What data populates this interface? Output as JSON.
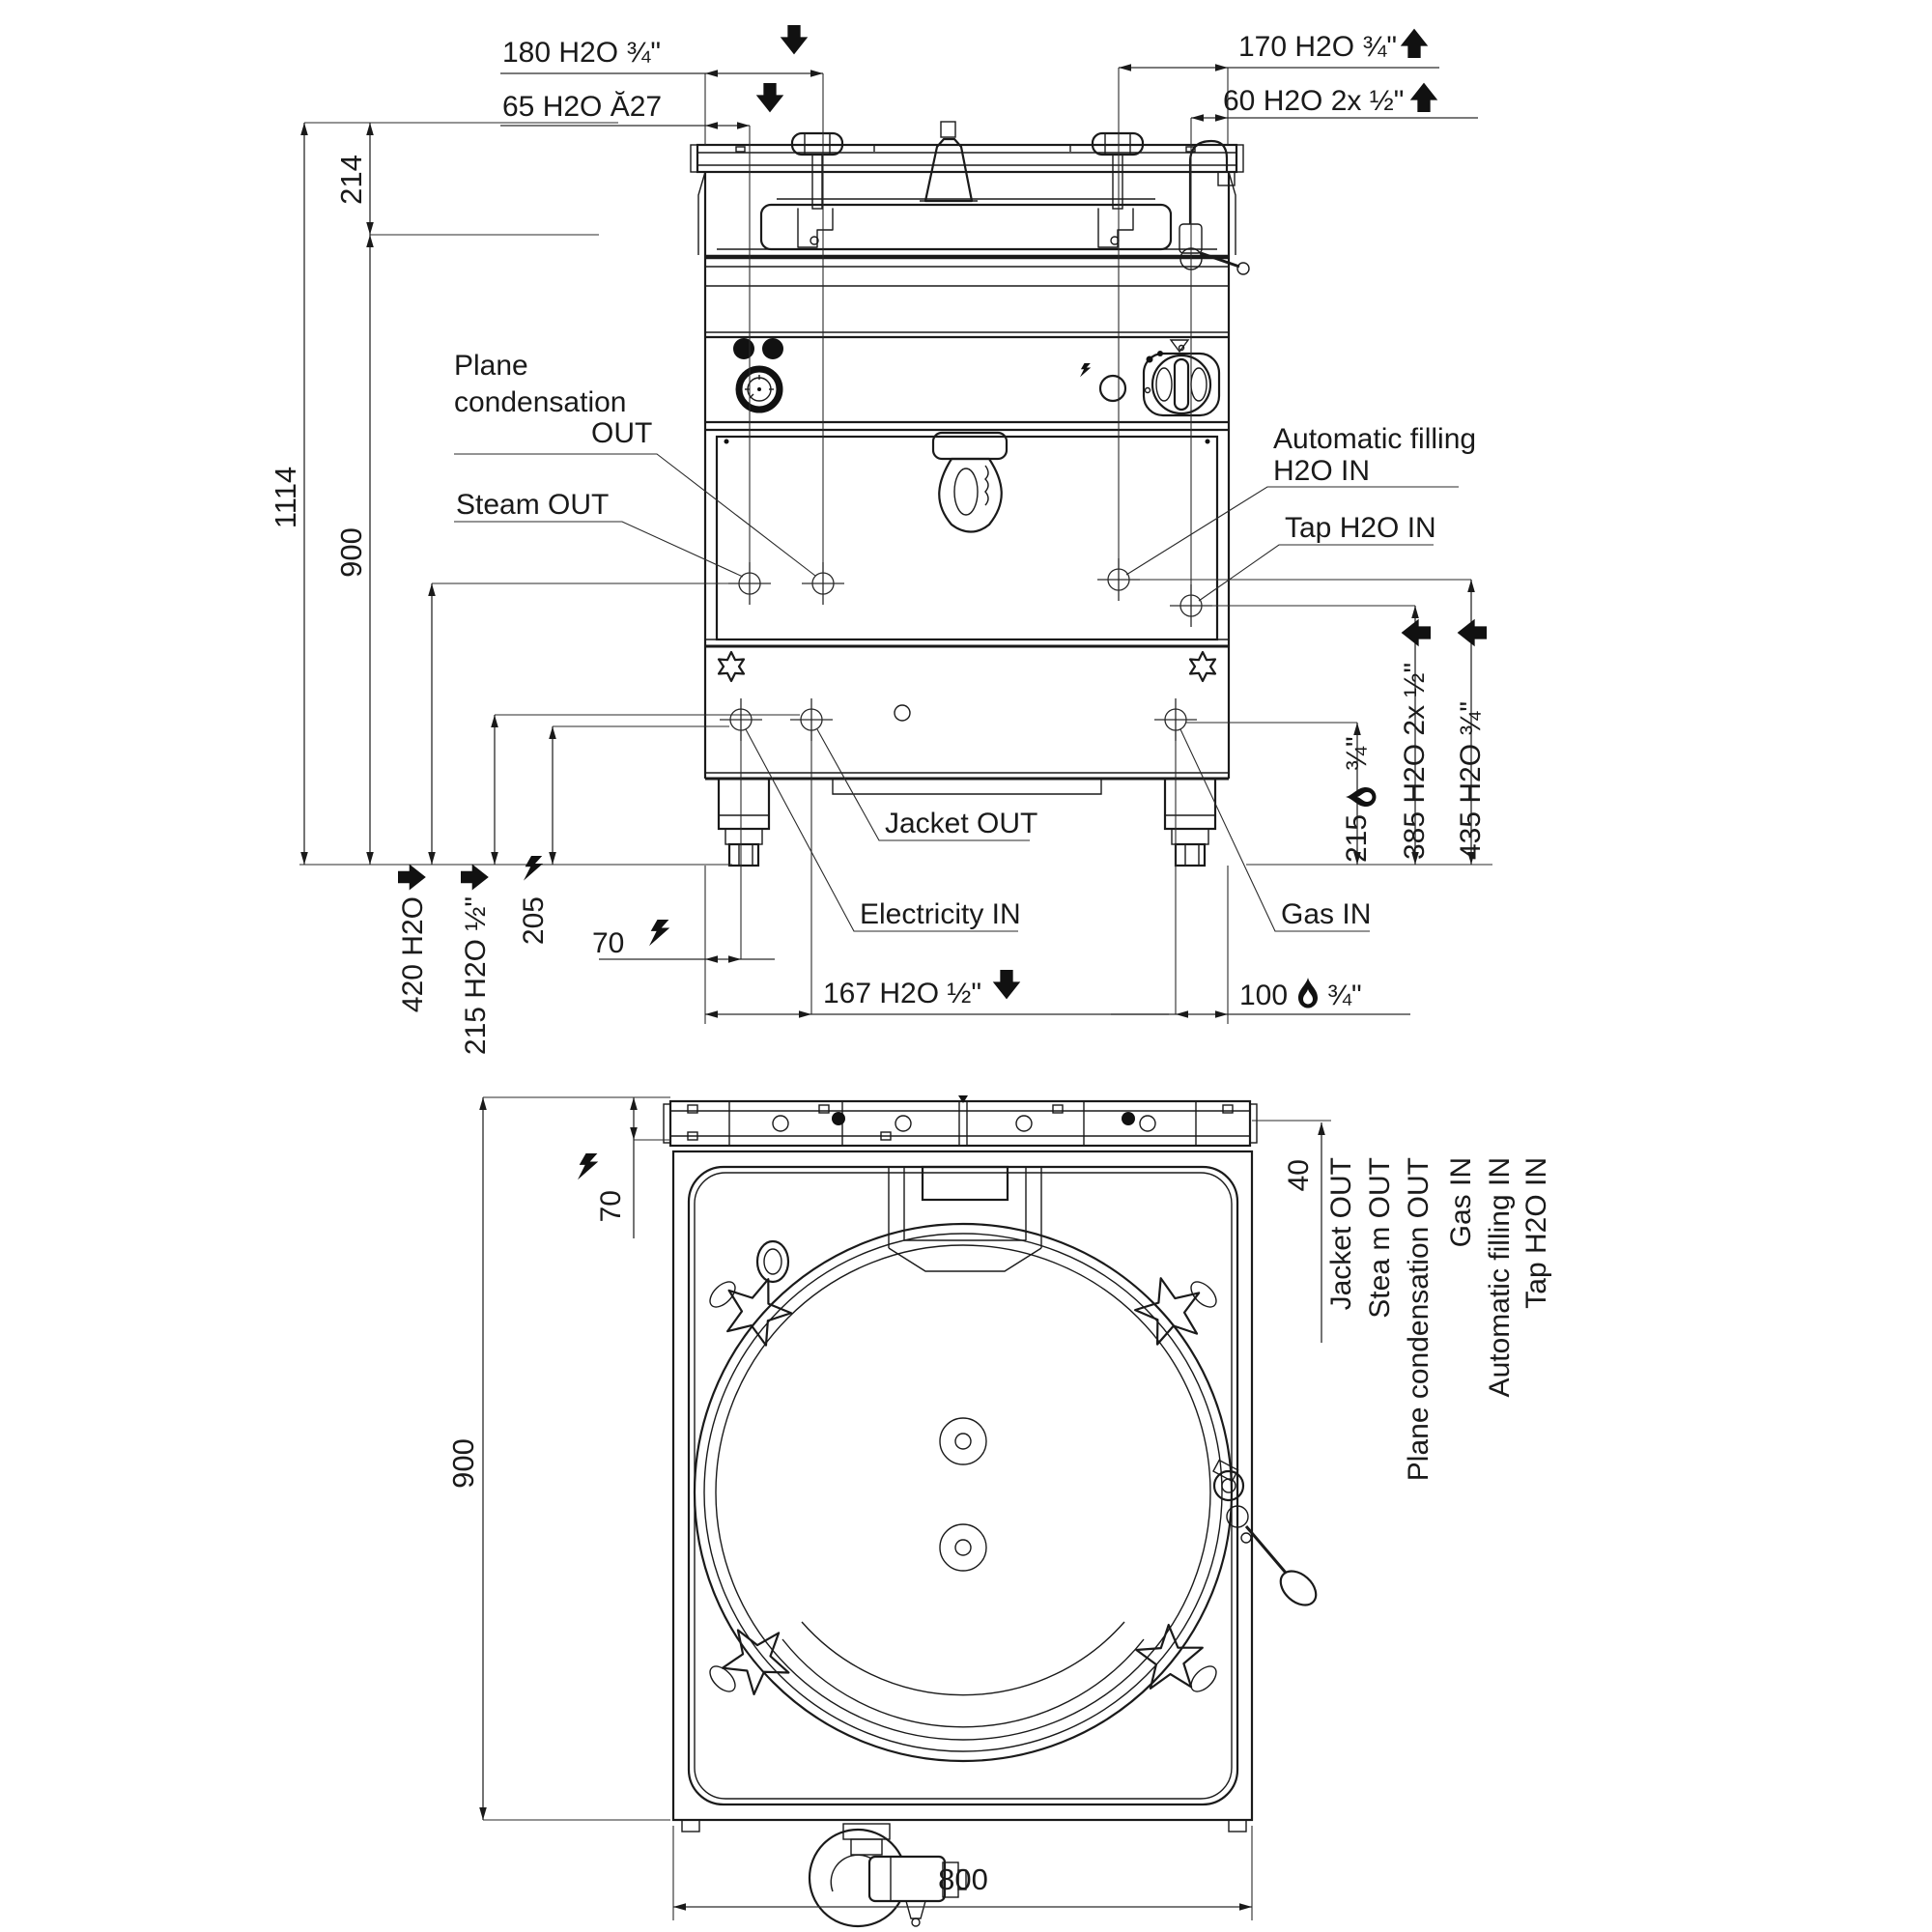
{
  "colors": {
    "line": "#1a1a1a",
    "background": "#ffffff"
  },
  "front": {
    "dim_h_180": "180 H2O ¾\"",
    "dim_h_65": "65 H2O Ă27",
    "dim_h_170": "170 H2O ¾\"",
    "dim_h_60": "60 H2O 2x ½\"",
    "dim_v_1114": "1114",
    "dim_v_214": "214",
    "dim_v_900": "900",
    "label_plane_line1": "Plane",
    "label_plane_line2": "condensation",
    "label_plane_line3": "OUT",
    "label_steam_out": "Steam OUT",
    "label_auto_line1": "Automatic filling",
    "label_auto_line2": "H2O IN",
    "label_tap": "Tap H2O IN",
    "label_jacket": "Jacket OUT",
    "label_electricity": "Electricity IN",
    "label_gas": "Gas IN",
    "dim_420": "420 H2O",
    "dim_215_h2o": "215 H2O ½\"",
    "dim_205": "205",
    "dim_70": "70",
    "dim_167": "167 H2O ½\"",
    "dim_100": "100",
    "dim_100_size": "¾\"",
    "dim_215_gas": "215",
    "dim_215_gas_size": "¾\"",
    "dim_385": "385 H2O 2x ½\"",
    "dim_435": "435 H2O ¾\""
  },
  "top_view": {
    "dim_900": "900",
    "dim_70": "70",
    "dim_40": "40",
    "dim_800": "800",
    "port_labels": [
      "Jacket OUT",
      "Stea m OUT",
      "Plane condensation OUT",
      "Gas IN",
      "Automatic filling IN",
      "Tap H2O IN"
    ]
  }
}
